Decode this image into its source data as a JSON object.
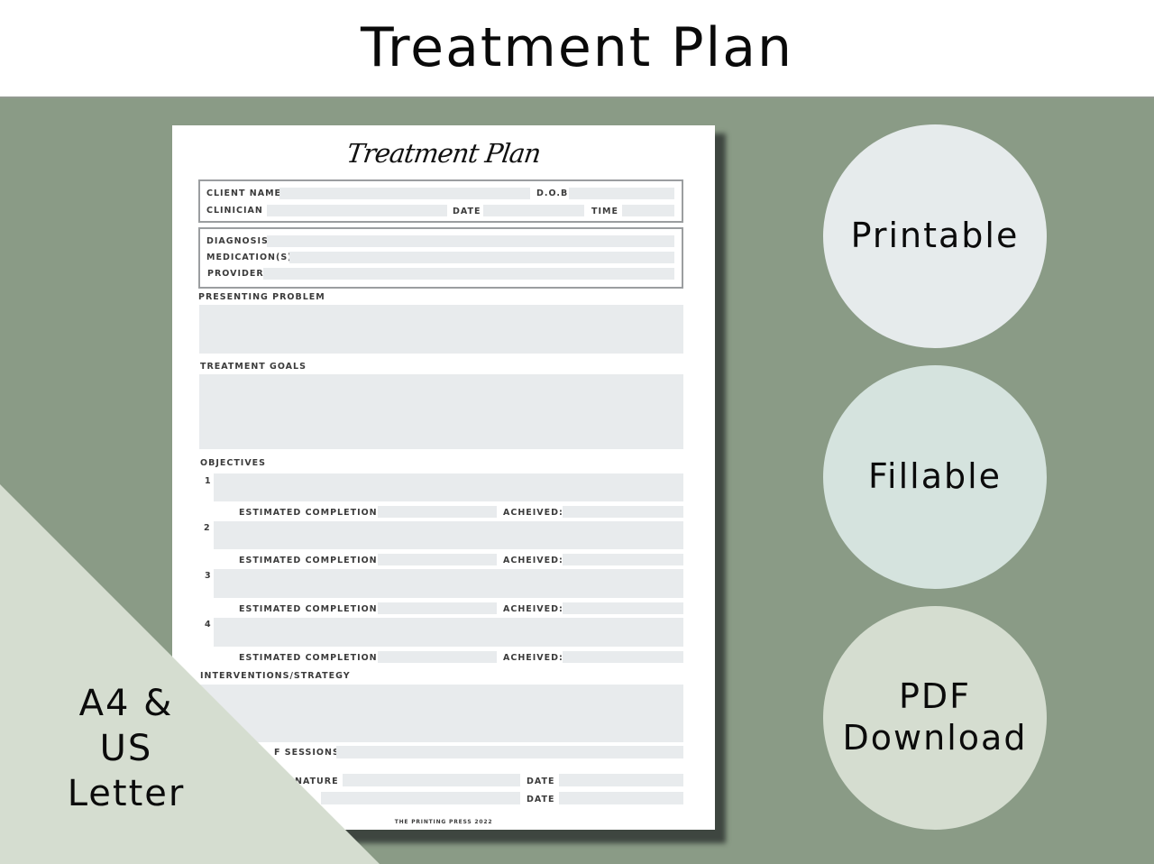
{
  "header": {
    "title": "Treatment Plan"
  },
  "document": {
    "script_title": "Treatment Plan",
    "client_box": {
      "client_name_label": "CLIENT NAME",
      "dob_label": "D.O.B",
      "clinician_label": "CLINICIAN",
      "date_label": "DATE",
      "time_label": "TIME"
    },
    "clinical_box": {
      "diagnosis_label": "DIAGNOSIS",
      "medication_label": "MEDICATION(S)",
      "provider_label": "PROVIDER"
    },
    "presenting_problem_label": "PRESENTING PROBLEM",
    "treatment_goals_label": "TREATMENT GOALS",
    "objectives": {
      "label": "OBJECTIVES",
      "items": [
        {
          "number": "1",
          "estimated_label": "ESTIMATED COMPLETION:",
          "achieved_label": "ACHEIVED:"
        },
        {
          "number": "2",
          "estimated_label": "ESTIMATED COMPLETION:",
          "achieved_label": "ACHEIVED:"
        },
        {
          "number": "3",
          "estimated_label": "ESTIMATED COMPLETION:",
          "achieved_label": "ACHEIVED:"
        },
        {
          "number": "4",
          "estimated_label": "ESTIMATED COMPLETION:",
          "achieved_label": "ACHEIVED:"
        }
      ]
    },
    "interventions_label": "INTERVENTIONS/STRATEGY",
    "sessions_label_visible": "F SESSIONS:",
    "signature_label_visible": "NATURE",
    "signature_date_label": "DATE",
    "second_date_label": "DATE",
    "footer": "THE PRINTING PRESS 2022"
  },
  "badges": [
    {
      "label": "Printable",
      "color": "#e6ebec"
    },
    {
      "label": "Fillable",
      "color": "#d5e3de"
    },
    {
      "label_line1": "PDF",
      "label_line2": "Download",
      "color": "#d5ddd0"
    }
  ],
  "size_label": {
    "line1": "A4 &",
    "line2": "US",
    "line3": "Letter"
  },
  "colors": {
    "background_green": "#8a9b86",
    "triangle": "#d5ddd0",
    "field_fill": "#e8ebed",
    "banner": "#ffffff"
  }
}
